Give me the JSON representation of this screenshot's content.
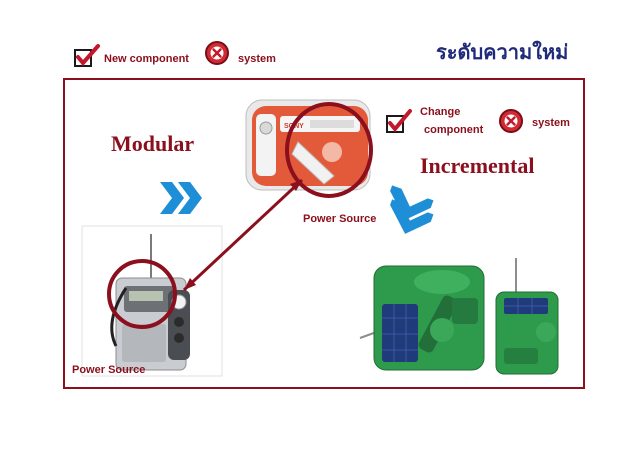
{
  "header": {
    "legend_new_label": "New component",
    "legend_system_label": "system",
    "title": "ระดับความใหม่"
  },
  "diagram": {
    "modular_label": "Modular",
    "incremental_label": "Incremental",
    "change_label_line1": "Change",
    "change_label_line2": "component",
    "change_system_label": "system",
    "power_source_center": "Power Source",
    "power_source_left": "Power Source",
    "radio_brand": "SONY"
  },
  "colors": {
    "accent": "#8b0f1c",
    "title": "#1f2a7a",
    "chevron": "#1e8fd6",
    "radio_orange": "#e35a3a",
    "radio_green": "#2e9a4c"
  },
  "icons": [
    "checkbox-check-icon",
    "x-circle-icon",
    "chevron-right-icon",
    "chevron-down-icon"
  ]
}
